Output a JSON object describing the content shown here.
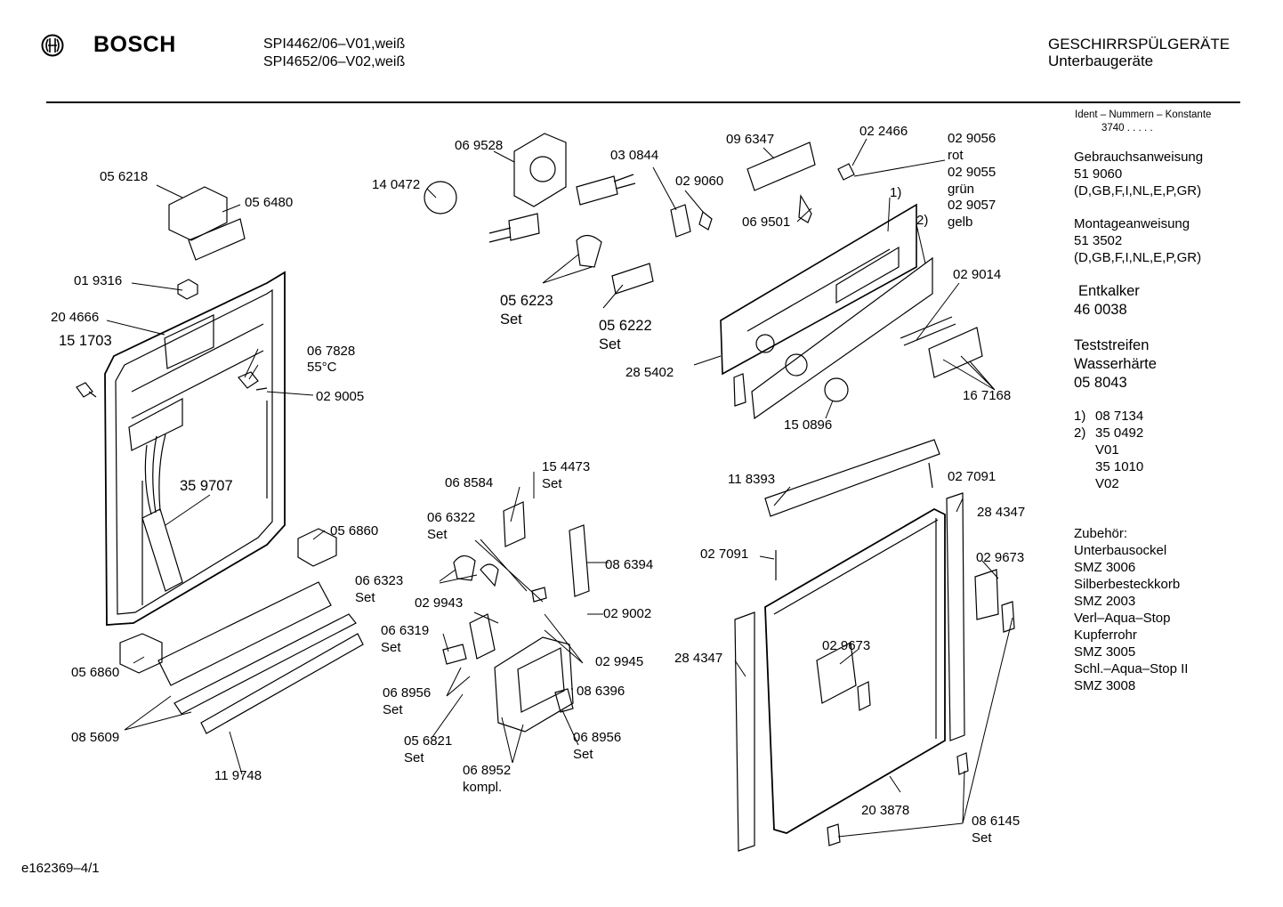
{
  "header": {
    "brand": "BOSCH",
    "model_lines": [
      "SPI4462/06–V01,weiß",
      "SPI4652/06–V02,weiß"
    ],
    "category": "GESCHIRRSPÜLGERÄTE",
    "subcategory": "Unterbaugeräte",
    "logo_icon": "bosch-armature-icon"
  },
  "sidebar": {
    "ident_title": "Ident – Nummern – Konstante",
    "ident_value": "3740  .  .  .  .  .",
    "manual_title": "Gebrauchsanweisung",
    "manual_number": "51 9060",
    "manual_langs": "(D,GB,F,I,NL,E,P,GR)",
    "install_title": "Montageanweisung",
    "install_number": "51 3502",
    "install_langs": "(D,GB,F,I,NL,E,P,GR)",
    "descaler_title": "Entkalker",
    "descaler_number": "46 0038",
    "strips_title_1": "Teststreifen",
    "strips_title_2": "Wasserhärte",
    "strips_number": "05 8043",
    "note1_key": "1)",
    "note1_val": "08 7134",
    "note2_key": "2)",
    "note2_val": "35 0492",
    "note2_v1": "V01",
    "note2_val2": "35 1010",
    "note2_v2": "V02",
    "accessories": [
      "Zubehör:",
      "Unterbausockel",
      "SMZ 3006",
      "Silberbesteckkorb",
      "SMZ 2003",
      "Verl–Aqua–Stop",
      "Kupferrohr",
      "SMZ 3005",
      "Schl.–Aqua–Stop II",
      "SMZ 3008"
    ]
  },
  "labels": [
    {
      "id": "p-056218",
      "text": "05 6218"
    },
    {
      "id": "p-056480",
      "text": "05 6480"
    },
    {
      "id": "p-019316",
      "text": "01 9316"
    },
    {
      "id": "p-204666",
      "text": "20 4666"
    },
    {
      "id": "p-151703",
      "text": "15 1703"
    },
    {
      "id": "p-067828",
      "text": "06 7828"
    },
    {
      "id": "p-067828-temp",
      "text": "55°C"
    },
    {
      "id": "p-029005",
      "text": "02 9005"
    },
    {
      "id": "p-359707",
      "text": "35 9707"
    },
    {
      "id": "p-056860a",
      "text": "05 6860"
    },
    {
      "id": "p-056860b",
      "text": "05 6860"
    },
    {
      "id": "p-085609",
      "text": "08 5609"
    },
    {
      "id": "p-119748",
      "text": "11 9748"
    },
    {
      "id": "p-140472",
      "text": "14 0472"
    },
    {
      "id": "p-069528",
      "text": "06 9528"
    },
    {
      "id": "p-030844",
      "text": "03 0844"
    },
    {
      "id": "p-029060",
      "text": "02 9060"
    },
    {
      "id": "p-056223",
      "text": "05 6223"
    },
    {
      "id": "p-056223-set",
      "text": "Set"
    },
    {
      "id": "p-056222",
      "text": "05 6222"
    },
    {
      "id": "p-056222-set",
      "text": "Set"
    },
    {
      "id": "p-096347",
      "text": "09 6347"
    },
    {
      "id": "p-022466",
      "text": "02 2466"
    },
    {
      "id": "p-029056",
      "text": "02 9056"
    },
    {
      "id": "p-029056-col",
      "text": "rot"
    },
    {
      "id": "p-029055",
      "text": "02 9055"
    },
    {
      "id": "p-029055-col",
      "text": "grün"
    },
    {
      "id": "p-029057",
      "text": "02 9057"
    },
    {
      "id": "p-029057-col",
      "text": "gelb"
    },
    {
      "id": "p-note1",
      "text": "1)"
    },
    {
      "id": "p-note2",
      "text": "2)"
    },
    {
      "id": "p-069501",
      "text": "06 9501"
    },
    {
      "id": "p-029014",
      "text": "02 9014"
    },
    {
      "id": "p-285402",
      "text": "28 5402"
    },
    {
      "id": "p-150896",
      "text": "15 0896"
    },
    {
      "id": "p-167168",
      "text": "16 7168"
    },
    {
      "id": "p-068584",
      "text": "06 8584"
    },
    {
      "id": "p-154473",
      "text": "15 4473"
    },
    {
      "id": "p-154473-set",
      "text": "Set"
    },
    {
      "id": "p-066322",
      "text": "06 6322"
    },
    {
      "id": "p-066322-set",
      "text": "Set"
    },
    {
      "id": "p-066323",
      "text": "06 6323"
    },
    {
      "id": "p-066323-set",
      "text": "Set"
    },
    {
      "id": "p-086394",
      "text": "08 6394"
    },
    {
      "id": "p-029943",
      "text": "02 9943"
    },
    {
      "id": "p-029002",
      "text": "02 9002"
    },
    {
      "id": "p-066319",
      "text": "06 6319"
    },
    {
      "id": "p-066319-set",
      "text": "Set"
    },
    {
      "id": "p-029945",
      "text": "02 9945"
    },
    {
      "id": "p-068956a",
      "text": "06 8956"
    },
    {
      "id": "p-068956a-set",
      "text": "Set"
    },
    {
      "id": "p-086396",
      "text": "08 6396"
    },
    {
      "id": "p-056821",
      "text": "05 6821"
    },
    {
      "id": "p-056821-set",
      "text": "Set"
    },
    {
      "id": "p-068956b",
      "text": "06 8956"
    },
    {
      "id": "p-068956b-set",
      "text": "Set"
    },
    {
      "id": "p-068952",
      "text": "06 8952"
    },
    {
      "id": "p-068952-k",
      "text": "kompl."
    },
    {
      "id": "p-118393",
      "text": "11 8393"
    },
    {
      "id": "p-027091a",
      "text": "02 7091"
    },
    {
      "id": "p-027091b",
      "text": "02 7091"
    },
    {
      "id": "p-284347a",
      "text": "28 4347"
    },
    {
      "id": "p-284347b",
      "text": "28 4347"
    },
    {
      "id": "p-029673a",
      "text": "02 9673"
    },
    {
      "id": "p-029673b",
      "text": "02 9673"
    },
    {
      "id": "p-203878",
      "text": "20 3878"
    },
    {
      "id": "p-086145",
      "text": "08 6145"
    },
    {
      "id": "p-086145-set",
      "text": "Set"
    }
  ],
  "footer": {
    "code": "e162369–4/1"
  }
}
